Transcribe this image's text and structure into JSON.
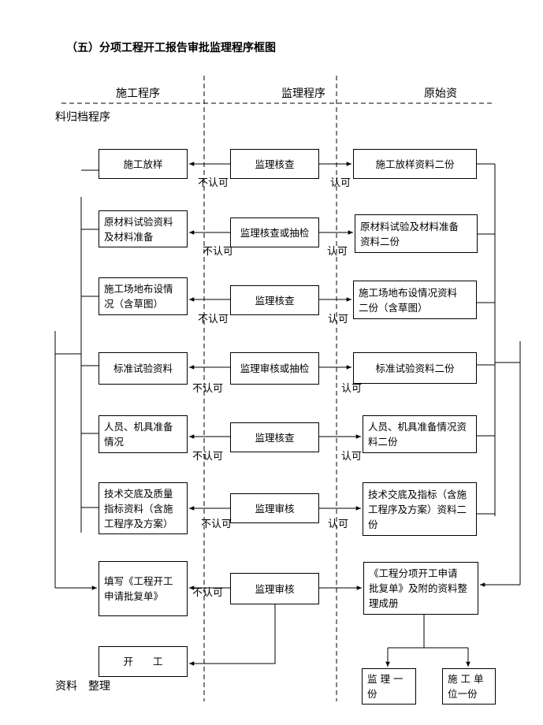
{
  "title": "（五）分项工程开工报告审批监理程序框图",
  "headers": {
    "col1": "施工程序",
    "col2": "监理程序",
    "col3": "原始资",
    "col3_cont": "料归档程序"
  },
  "rows": [
    {
      "left": "施工放样",
      "mid": "监理核查",
      "right": "施工放样资料二份",
      "no": "不认可",
      "yes": "认可"
    },
    {
      "left": "原材料试验资料\n及材料准备",
      "mid": "监理核查或抽检",
      "right": "原材料试验及材料准备\n资料二份",
      "no": "不认可",
      "yes": "认可"
    },
    {
      "left": "施工场地布设情\n况（含草图）",
      "mid": "监理核查",
      "right": "施工场地布设情况资料\n二份（含草图）",
      "no": "不认可",
      "yes": "认可"
    },
    {
      "left": "标准试验资料",
      "mid": "监理审核或抽检",
      "right": "标准试验资料二份",
      "no": "不认可",
      "yes": "认可"
    },
    {
      "left": "人员、机具准备\n情况",
      "mid": "监理核查",
      "right": "人员、机具准备情况资\n料二份",
      "no": "不认可",
      "yes": "认可"
    },
    {
      "left": "技术交底及质量\n指标资料（含施\n工程序及方案）",
      "mid": "监理审核",
      "right": "技术交底及指标（含施\n工程序及方案）资料二\n份",
      "no": "不认可",
      "yes": "认可"
    }
  ],
  "apply": {
    "left": "填写《工程开工\n申请批复单》",
    "mid": "监理审核",
    "right": "《工程分项开工申请\n批复单》及附的资料整\n理成册",
    "no": "不认可"
  },
  "start": "开　　工",
  "copies": {
    "a": "监 理 一\n份",
    "b": "施 工 单\n位一份"
  },
  "footer": "资料　整理"
}
